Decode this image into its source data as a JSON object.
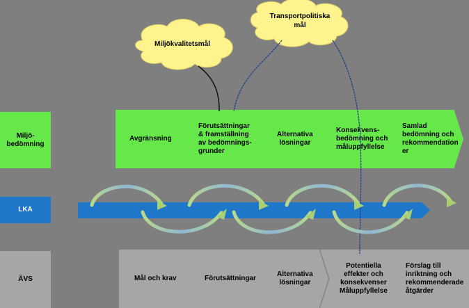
{
  "clouds": {
    "miljo": "Miljökvalitetsmål",
    "transport_line1": "Transportpolitiska",
    "transport_line2": "mål"
  },
  "rows": {
    "miljo_label_line1": "Miljö-",
    "miljo_label_line2": "bedömning",
    "lka_label": "LKA",
    "avs_label": "ÄVS"
  },
  "green_steps": [
    {
      "lines": [
        "Avgränsning"
      ]
    },
    {
      "lines": [
        "Förutsättningar",
        "& framställning",
        "av bedömnings-",
        "grunder"
      ]
    },
    {
      "lines": [
        "Alternativa",
        "lösningar"
      ]
    },
    {
      "lines": [
        "Konsekvens-",
        "bedömning och",
        "måluppfyllelse"
      ]
    },
    {
      "lines": [
        "Samlad",
        "bedömning och",
        "rekommendation",
        "er"
      ]
    }
  ],
  "gray_steps": [
    {
      "lines": [
        "Mål och krav"
      ]
    },
    {
      "lines": [
        "Förutsättningar"
      ]
    },
    {
      "lines": [
        "Alternativa",
        "lösningar"
      ]
    },
    {
      "lines": [
        "Potentiella",
        "effekter och",
        "konsekvenser",
        "Måluppfyllelse"
      ]
    },
    {
      "lines": [
        "Förslag till",
        "inriktning och",
        "rekommenderade",
        "åtgärder"
      ]
    }
  ],
  "colors": {
    "background": "#7f7f7f",
    "green": "#66e84b",
    "blue": "#1f77c9",
    "gray": "#a6a6a6",
    "cloud": "#fdf48d"
  }
}
